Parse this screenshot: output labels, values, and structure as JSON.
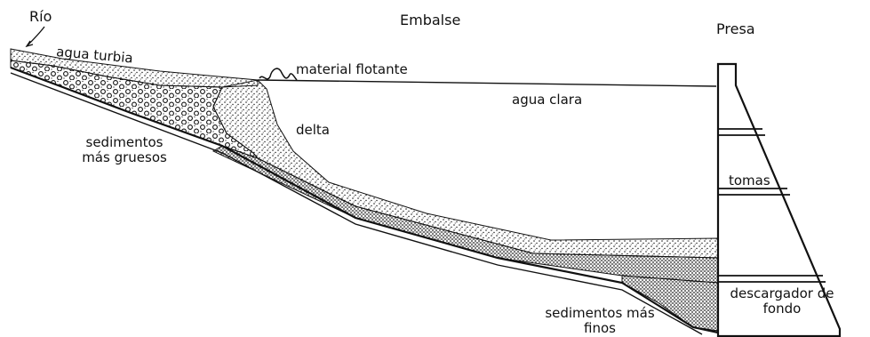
{
  "diagram": {
    "title": "Embalse",
    "labels": {
      "rio": "Río",
      "presa": "Presa",
      "agua_turbia": "agua turbia",
      "material_flotante": "material flotante",
      "agua_clara": "agua clara",
      "delta": "delta",
      "sedimentos_gruesos_1": "sedimentos",
      "sedimentos_gruesos_2": "más gruesos",
      "tomas": "tomas",
      "descargador_1": "descargador de",
      "descargador_2": "fondo",
      "sedimentos_finos_1": "sedimentos más",
      "sedimentos_finos_2": "finos"
    }
  }
}
